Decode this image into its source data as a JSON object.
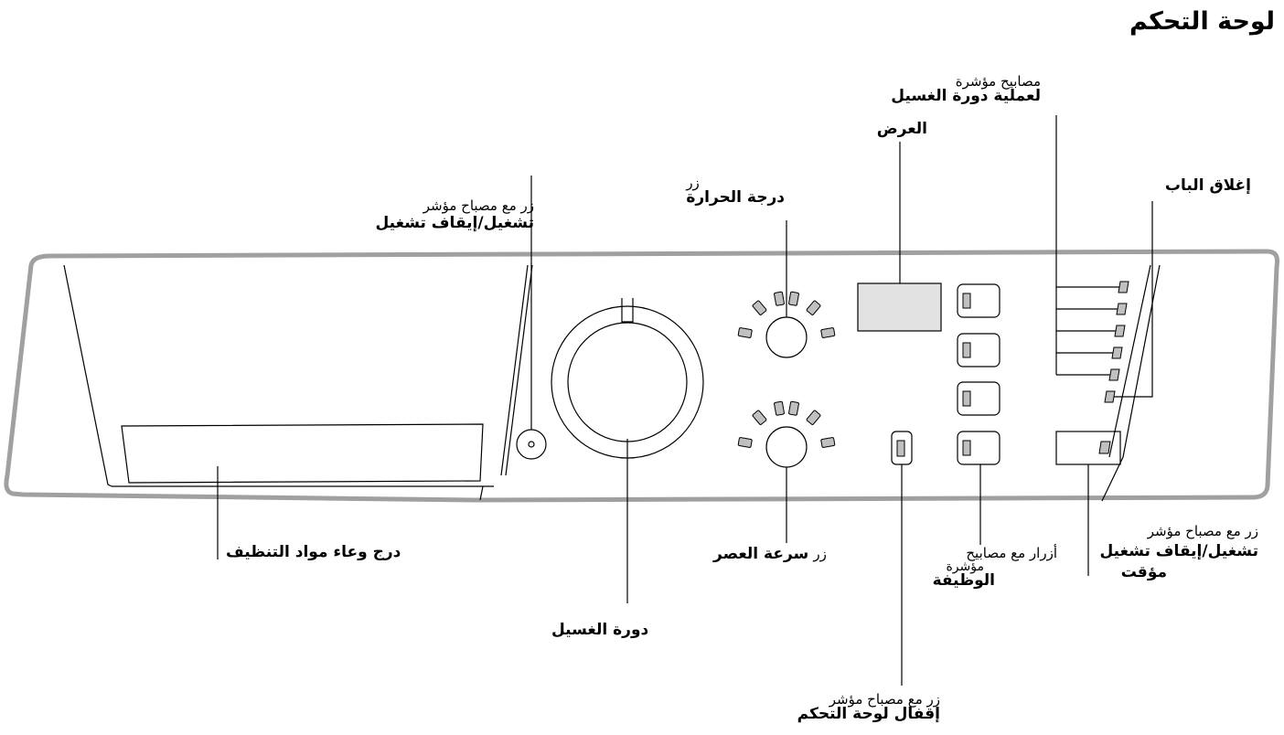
{
  "page": {
    "title": "لوحة التحكم"
  },
  "labels": {
    "power_button": {
      "line1": "زر مع مصباح مؤشر",
      "line2": "تشغيل/إيقاف تشغيل"
    },
    "temperature_button": {
      "line1": "زر",
      "line2": "درجة الحرارة"
    },
    "display": {
      "line1": "العرض"
    },
    "cycle_indicator_lamps": {
      "line1": "مصابيح مؤشرة",
      "line2": "لعملية دورة الغسيل"
    },
    "door_lock": {
      "line1": "إغلاق الباب"
    },
    "detergent_drawer": {
      "line1": "درج وعاء مواد التنظيف"
    },
    "spin_speed_button": {
      "prefix": "زر",
      "bold": "سرعة العصر"
    },
    "wash_cycle": {
      "line1": "دورة الغسيل"
    },
    "function_buttons": {
      "line1": "أزرار مع مصابيح",
      "line2": "مؤشرة",
      "line3": "الوظيفة"
    },
    "delay_timer_button": {
      "line1": "زر مع مصباح مؤشر",
      "line2": "تشغيل/إيقاف تشغيل",
      "line3": "مؤقت"
    },
    "panel_lock_button": {
      "line1": "زر مع مصباح مؤشر",
      "line2": "إقفال لوحة التحكم"
    }
  },
  "colors": {
    "panel_outline": "#a0a0a0",
    "display_fill": "#e2e2e2",
    "indicator_fill": "#c0c0c0",
    "line": "#000000"
  }
}
